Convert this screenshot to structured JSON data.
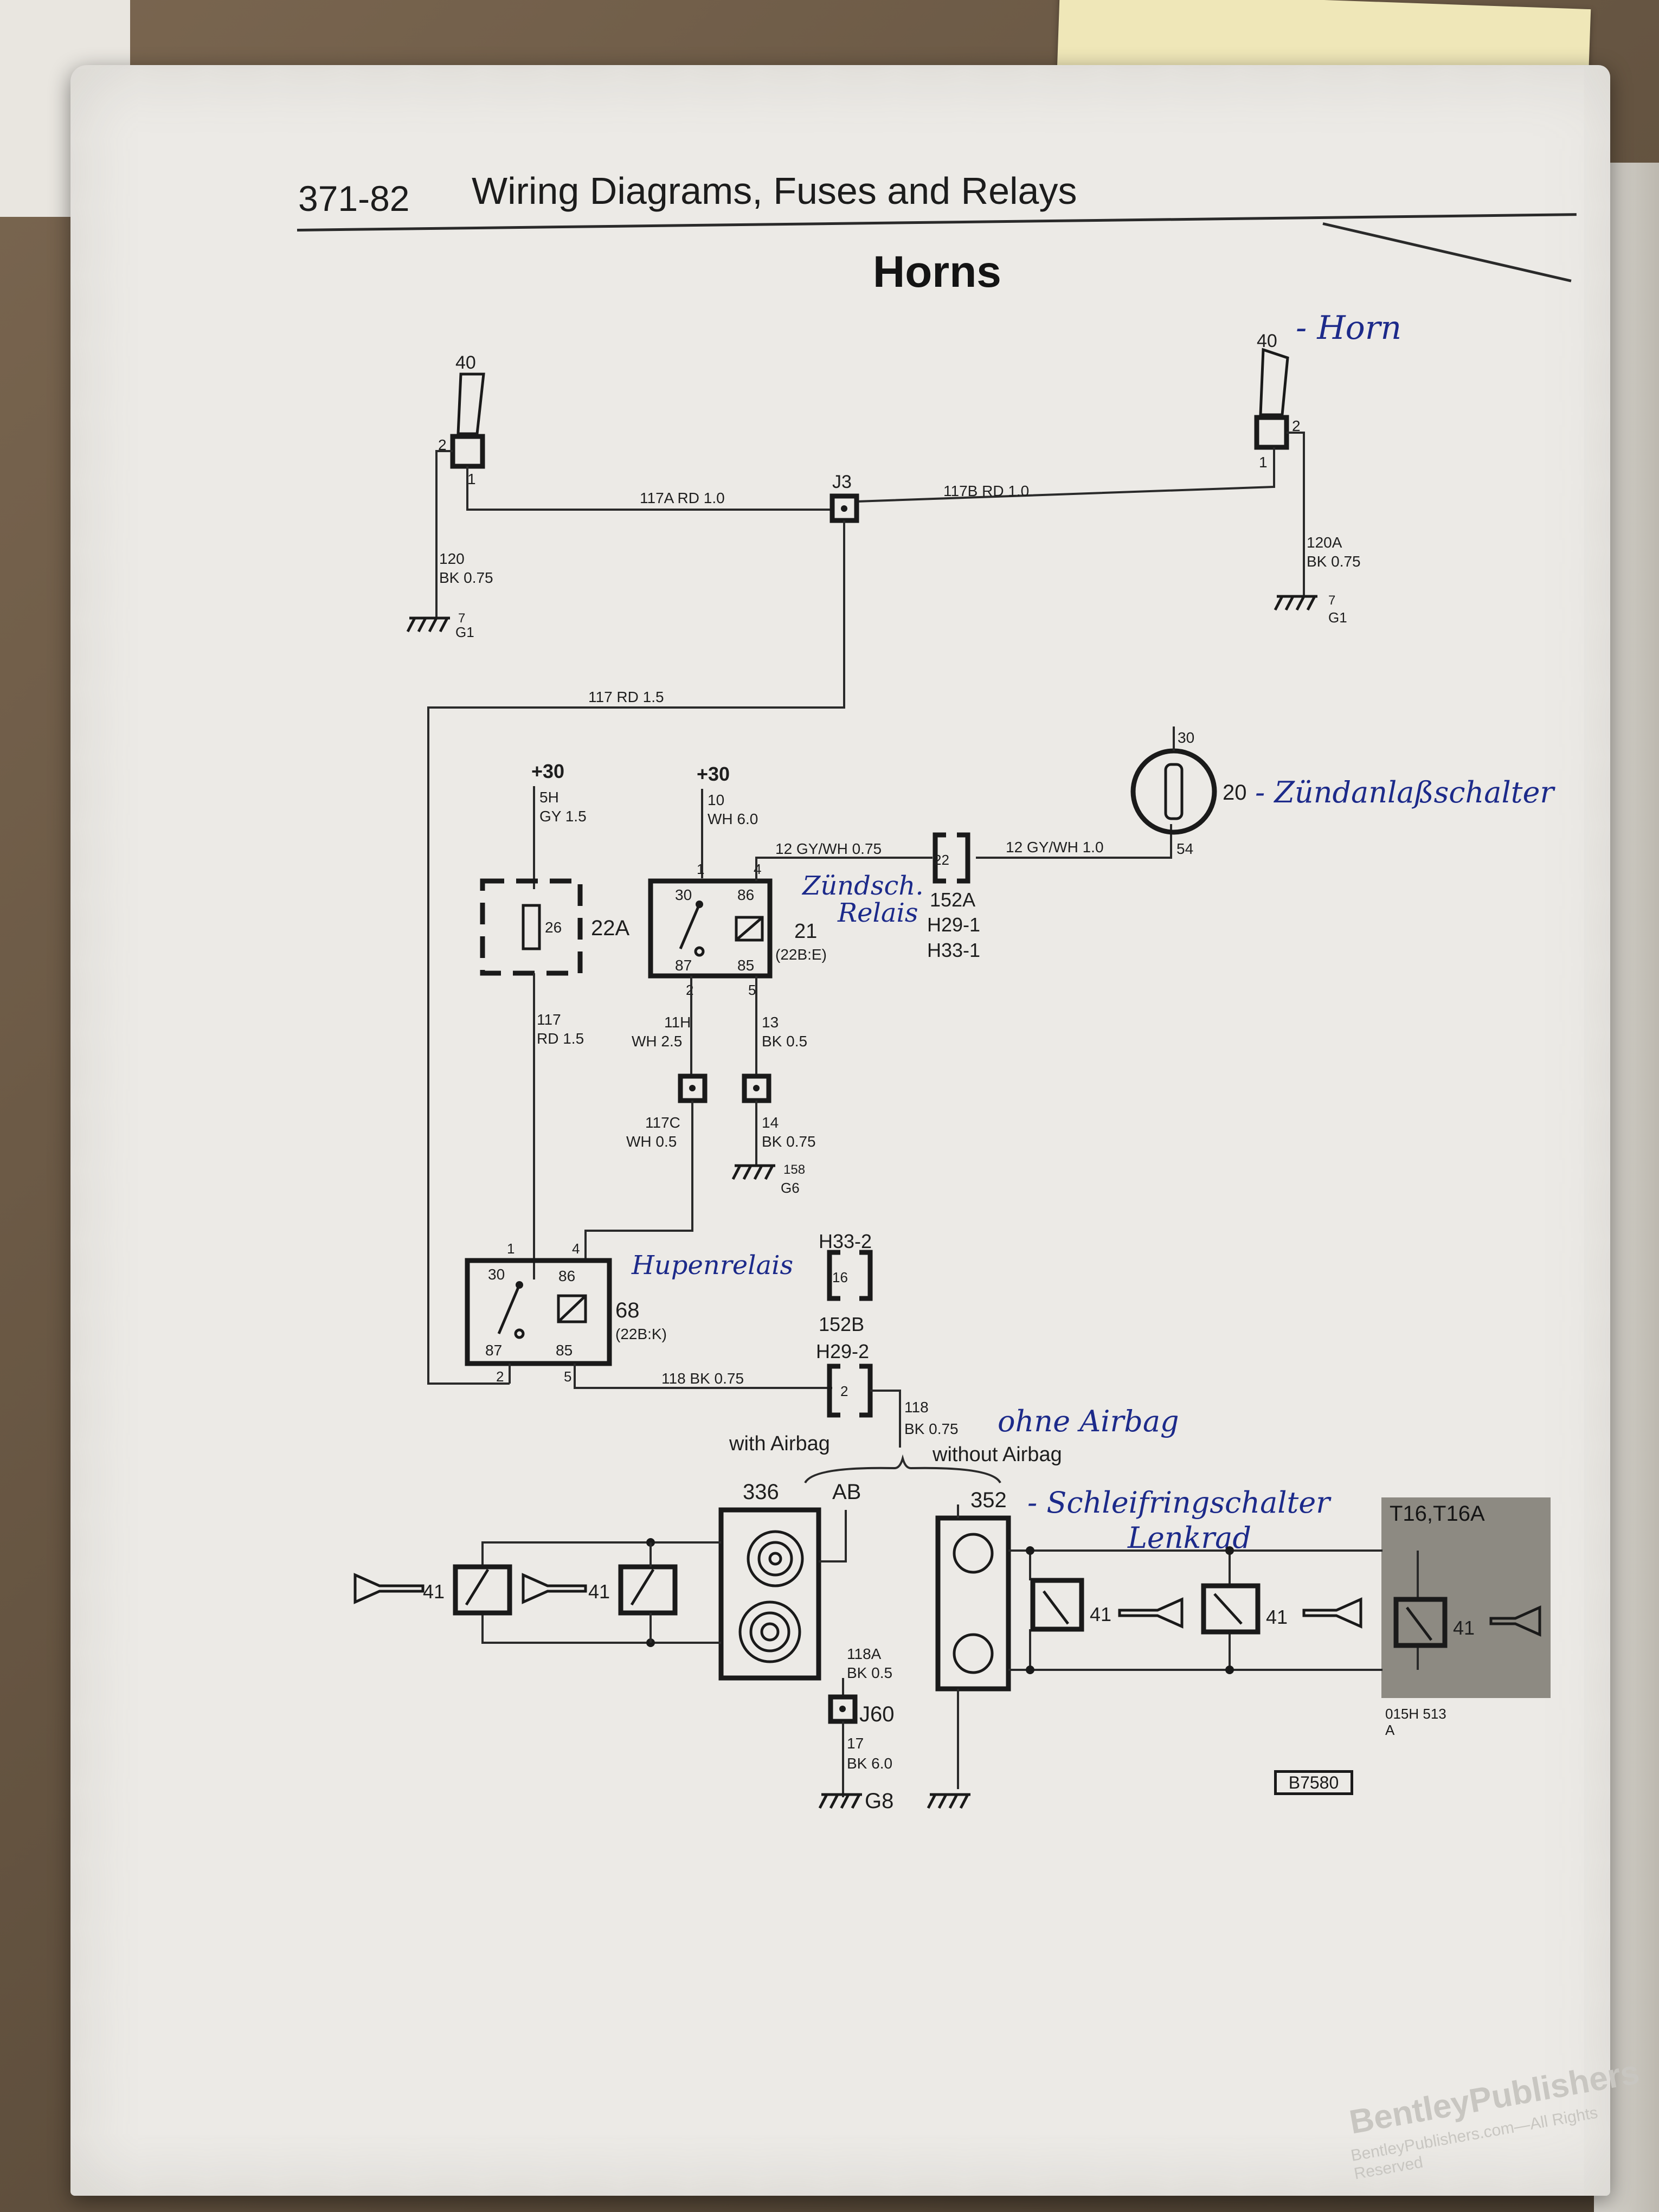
{
  "header": {
    "page_number": "371-82",
    "section_title": "Wiring Diagrams, Fuses and Relays"
  },
  "diagram_title": "Horns",
  "components": {
    "horn_left": "40",
    "horn_right": "40",
    "junction_j3": "J3",
    "ignition_switch": "20",
    "fuse_22a": "22A",
    "fuse_22a_pin": "26",
    "ignition_relay": "21",
    "ignition_relay_loc": "(22B:E)",
    "horn_relay": "68",
    "horn_relay_loc": "(22B:K)",
    "connector_152a": "152A",
    "connector_h29_1": "H29-1",
    "connector_h33_1": "H33-1",
    "connector_h33_2": "H33-2",
    "connector_152b": "152B",
    "connector_h29_2": "H29-2",
    "airbag_unit": "336",
    "airbag_ab": "AB",
    "slip_ring": "352",
    "junction_j60": "J60",
    "switch_41": "41",
    "t16_label": "T16,T16A",
    "small_code": "015H 513\nA",
    "diagram_code": "B7580"
  },
  "wires": {
    "w117a": "117A  RD  1.0",
    "w117b": "117B  RD  1.0",
    "w120_num": "120",
    "w120_spec": "BK  0.75",
    "w120a_num": "120A",
    "w120a_spec": "BK  0.75",
    "w117": "117  RD  1.5",
    "w5h_num": "5H",
    "w5h_spec": "GY  1.5",
    "w10_num": "10",
    "w10_spec": "WH  6.0",
    "w12_left": "12  GY/WH  0.75",
    "w12_right": "12  GY/WH  1.0",
    "w117_lower_num": "117",
    "w117_lower_spec": "RD  1.5",
    "w11h_num": "11H",
    "w11h_spec": "WH  2.5",
    "w13_num": "13",
    "w13_spec": "BK  0.5",
    "w117c_num": "117C",
    "w117c_spec": "WH  0.5",
    "w14_num": "14",
    "w14_spec": "BK  0.75",
    "w118": "118  BK  0.75",
    "w118_right_num": "118",
    "w118_right_spec": "BK  0.75",
    "w118a_num": "118A",
    "w118a_spec": "BK  0.5",
    "w17_num": "17",
    "w17_spec": "BK  6.0"
  },
  "power": {
    "plus30_a": "+30",
    "plus30_b": "+30",
    "pin30_switch": "30",
    "pin54_switch": "54"
  },
  "grounds": {
    "g1_left_num": "7",
    "g1_left": "G1",
    "g1_right_num": "7",
    "g1_right": "G1",
    "g6_num": "158",
    "g6": "G6",
    "g8": "G8"
  },
  "pins": {
    "p1": "1",
    "p2": "2",
    "p4": "4",
    "p5": "5",
    "p30": "30",
    "p86": "86",
    "p87": "87",
    "p85": "85",
    "p22": "22",
    "p16": "16"
  },
  "options": {
    "with_airbag": "with Airbag",
    "without_airbag": "without Airbag"
  },
  "annotations": {
    "horn": "- Horn",
    "ignition_switch": "- Zündanlaßschalter",
    "ignition_relay_1": "Zündsch.",
    "ignition_relay_2": "Relais",
    "horn_relay": "Hupenrelais",
    "without_airbag": "ohne Airbag",
    "slip_ring_1": "- Schleifringschalter",
    "slip_ring_2": "Lenkrad"
  },
  "publisher": {
    "name": "BentleyPublishers",
    "url": "BentleyPublishers.com—All Rights Reserved"
  }
}
